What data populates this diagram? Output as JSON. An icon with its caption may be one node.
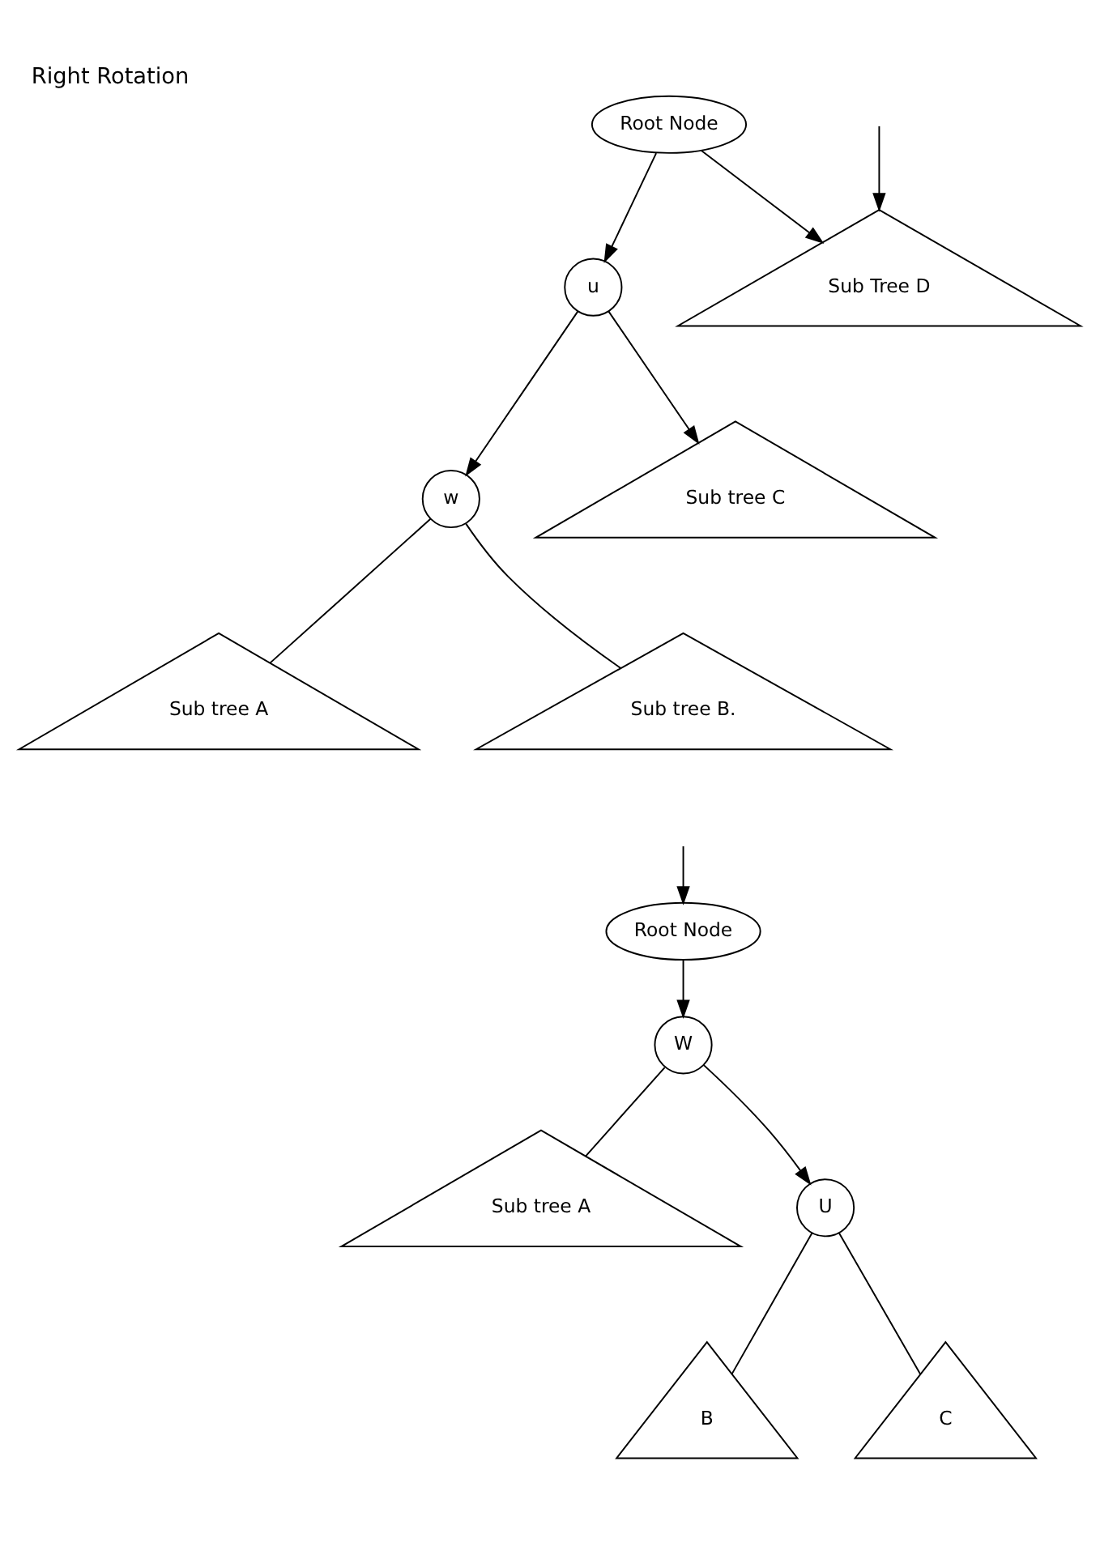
{
  "diagram": {
    "title": "Right Rotation",
    "nodes": [
      {
        "text": [
          "Root Node"
        ]
      },
      {
        "text": [
          "u"
        ]
      },
      {
        "text": [
          "Sub Tree D"
        ]
      },
      {
        "text": [
          "w"
        ]
      },
      {
        "text": [
          "Sub tree C"
        ]
      },
      {
        "text": [
          "Sub tree A"
        ]
      },
      {
        "text": [
          "Sub tree B."
        ]
      },
      {
        "text": [
          "Root Node"
        ]
      },
      {
        "text": [
          "W"
        ]
      },
      {
        "text": [
          "Sub tree A"
        ]
      },
      {
        "text": [
          "U"
        ]
      },
      {
        "text": [
          "B"
        ]
      },
      {
        "text": [
          "C"
        ]
      }
    ],
    "edges": [
      {
        "from": 0,
        "to": 1,
        "arrow": "to"
      },
      {
        "from": 0,
        "to": 2,
        "arrow": "to"
      },
      {
        "from": 1,
        "to": 3,
        "arrow": "to"
      },
      {
        "from": 1,
        "to": 4,
        "arrow": "to"
      },
      {
        "from": 3,
        "to": 5,
        "arrow": "none"
      },
      {
        "from": 3,
        "to": 6,
        "arrow": "none"
      },
      {
        "from": null,
        "to": 7,
        "arrow": "to"
      },
      {
        "from": null,
        "to": 2,
        "arrow": "to"
      },
      {
        "from": 7,
        "to": 8,
        "arrow": "to"
      },
      {
        "from": 8,
        "to": 9,
        "arrow": "none"
      },
      {
        "from": 8,
        "to": 10,
        "arrow": "to"
      },
      {
        "from": 10,
        "to": 11,
        "arrow": "none"
      },
      {
        "from": 10,
        "to": 12,
        "arrow": "none"
      }
    ]
  }
}
